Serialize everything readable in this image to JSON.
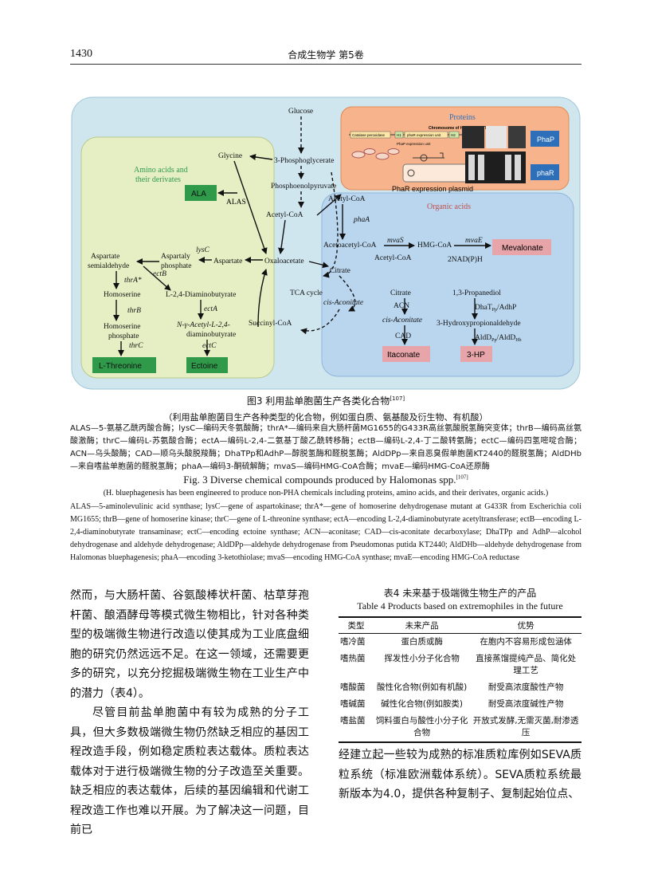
{
  "header": {
    "page_number": "1430",
    "journal": "合成生物学  第5卷"
  },
  "figure": {
    "labels": {
      "glucose": "Glucose",
      "pg3": "3-Phosphoglycerate",
      "glycine": "Glycine",
      "pep": "Phosphoenolpyruvate",
      "amino_title1": "Amino acids and",
      "amino_title2": "their derivates",
      "ala": "ALA",
      "alas": "ALAS",
      "acetylcoa_mid": "Acetyl-CoA",
      "acetylcoa_top": "Acetyl-CoA",
      "phaa": "phaA",
      "organic_acids": "Organic acids",
      "acetoacetyl": "Acetoacetyl-CoA",
      "mvas": "mvaS",
      "acetylcoa_2": "Acetyl-CoA",
      "hmgcoa": "HMG-CoA",
      "mvae": "mvaE",
      "nadph": "2NAD(P)H",
      "mevalonate": "Mevalonate",
      "asp_semi1": "Aspartate",
      "asp_semi2": "semialdehyde",
      "asp_p1": "Aspartaly",
      "asp_p2": "phosphate",
      "lysc": "lysC",
      "aspartate": "Aspartate",
      "oxaloacetate": "Oxaloacetate",
      "citrate_tca": "Citrate",
      "thra": "thrA*",
      "ectb": "ectB",
      "homoserine": "Homoserine",
      "dab": "L-2,4-Diaminobutyrate",
      "tca": "TCA cycle",
      "cisaco_tca": "cis-Aconitate",
      "thrb": "thrB",
      "ecta": "ectA",
      "homop1": "Homoserine",
      "homop2": "phosphate",
      "nacetyl1": "N-γ-Acetyl-L-2,4-",
      "nacetyl2": "diaminobutyrate",
      "succinyl": "Succinyl-CoA",
      "thrc": "thrC",
      "ectc": "ectC",
      "lthr": "L-Threonine",
      "ectoine": "Ectoine",
      "citrate_r": "Citrate",
      "acn": "ACN",
      "cisaco_r": "cis-Aconitate",
      "cad": "CAD",
      "itaconate": "Itaconate",
      "propanediol": "1,3-Propanediol",
      "dhat": "DhaT",
      "dhat_sub": "Pp",
      "adhp": "/AdhP",
      "hpa": "3-Hydroxypropionaldehyde",
      "aldd": "AldD",
      "aldd_sub1": "Pp",
      "aldd_mid": "/AldD",
      "aldd_sub2": "Hb",
      "hp3": "3-HP",
      "proteins": "Proteins",
      "chrom": "Chromosome of Halomonas TD",
      "catalase": "Catalase peroxidase",
      "h1": "H1",
      "phar_unit": "phaR expression unit",
      "h2": "H2",
      "phap_unit": "PhaP expression unit",
      "plasmid": "PhaR expression plasmid",
      "phap_box": "PhaP",
      "phar_box": "phaR"
    }
  },
  "captions": {
    "cn_title": "图3   利用盐单胞菌生产各类化合物",
    "cn_title_ref": "[107]",
    "cn_subtitle": "（利用盐单胞菌目生产各种类型的化合物，例如蛋白质、氨基酸及衍生物、有机酸）",
    "cn_legend": "ALAS—5-氨基乙酰丙酸合酶；lysC—编码天冬氨酸酶；thrA*—编码来自大肠杆菌MG1655的G433R高丝氨酸脱氢酶突变体；thrB—编码高丝氨酸激酶；thrC—编码L-苏氨酸合酶；ectA—编码L-2,4-二氨基丁酸乙酰转移酶；ectB—编码L-2,4-丁二酸转氨酶；ectC—编码四氢嘧啶合酶；ACN—乌头酸酶；CAD—顺乌头酸脱羧酶；DhaTPp和AdhP—醇脱氢酶和醛脱氢酶；AldDPp—来自恶臭假单胞菌KT2440的醛脱氢酶；AldDHb—来自嗜盐单胞菌的醛脱氢酶；phaA—编码3-酮硫解酶；mvaS—编码HMG-CoA合酶；mvaE—编码HMG-CoA还原酶",
    "en_title": "Fig. 3    Diverse chemical compounds produced by Halomonas spp.",
    "en_title_ref": "[107]",
    "en_subtitle": "(H. bluephagenesis has been engineered to produce non-PHA chemicals including proteins, amino acids, and their derivates, organic acids.)",
    "en_legend": "ALAS—5-aminolevulinic acid synthase; lysC—gene of aspartokinase; thrA*—gene of homoserine dehydrogenase mutant at G433R from Escherichia coli MG1655; thrB—gene of homoserine kinase; thrC—gene of L-threonine synthase; ectA—encoding L-2,4-diaminobutyrate acetyltransferase; ectB—encoding L-2,4-diaminobutyrate transaminase; ectC—encoding ectoine synthase; ACN—aconitase; CAD—cis-aconitate decarboxylase; DhaTPp and AdhP—alcohol dehydrogenase and aldehyde dehydrogenase; AldDPp—aldehyde dehydrogenase from Pseudomonas putida KT2440; AldDHb—aldehyde dehydrogenase from Halomonas bluephagenesis; phaA—encoding 3-ketothiolase; mvaS—encoding HMG-CoA synthase; mvaE—encoding HMG-CoA reductase"
  },
  "body": {
    "para1": "然而，与大肠杆菌、谷氨酸棒状杆菌、枯草芽孢杆菌、酿酒酵母等模式微生物相比，针对各种类型的极端微生物进行改造以使其成为工业底盘细胞的研究仍然远远不足。在这一领域，还需要更多的研究，以充分挖掘极端微生物在工业生产中的潜力（表4）。",
    "para2": "尽管目前盐单胞菌中有较为成熟的分子工具，但大多数极端微生物仍然缺乏相应的基因工程改造手段，例如稳定质粒表达载体。质粒表达载体对于进行极端微生物的分子改造至关重要。缺乏相应的表达载体，后续的基因编辑和代谢工程改造工作也难以开展。为了解决这一问题，目前已",
    "para_right": "经建立起一些较为成熟的标准质粒库例如SEVA质粒系统（标准欧洲载体系统）。SEVA质粒系统最新版本为4.0，提供各种复制子、复制起始位点、"
  },
  "table4": {
    "title_cn": "表4   未来基于极端微生物生产的产品",
    "title_en": "Table 4    Products based on extremophiles in the future",
    "headers": [
      "类型",
      "未来产品",
      "优势"
    ],
    "rows": [
      [
        "嗜冷菌",
        "蛋白质或酶",
        "在胞内不容易形成包涵体"
      ],
      [
        "嗜热菌",
        "挥发性小分子化合物",
        "直接蒸馏提纯产品、简化处理工艺"
      ],
      [
        "嗜酸菌",
        "酸性化合物(例如有机酸)",
        "耐受高浓度酸性产物"
      ],
      [
        "嗜碱菌",
        "碱性化合物(例如胺类)",
        "耐受高浓度碱性产物"
      ],
      [
        "嗜盐菌",
        "饲料蛋白与酸性小分子化合物",
        "开放式发酵,无需灭菌,耐渗透压"
      ]
    ]
  },
  "colors": {
    "outer_bg": "#cfe6ef",
    "amino_bg": "#e6efc4",
    "organic_bg": "#b9d6ee",
    "protein_bg": "#f7b48c",
    "green_box": "#2f9a4a",
    "pink_box": "#e7a4a9",
    "blue_box": "#2d6fb8"
  }
}
